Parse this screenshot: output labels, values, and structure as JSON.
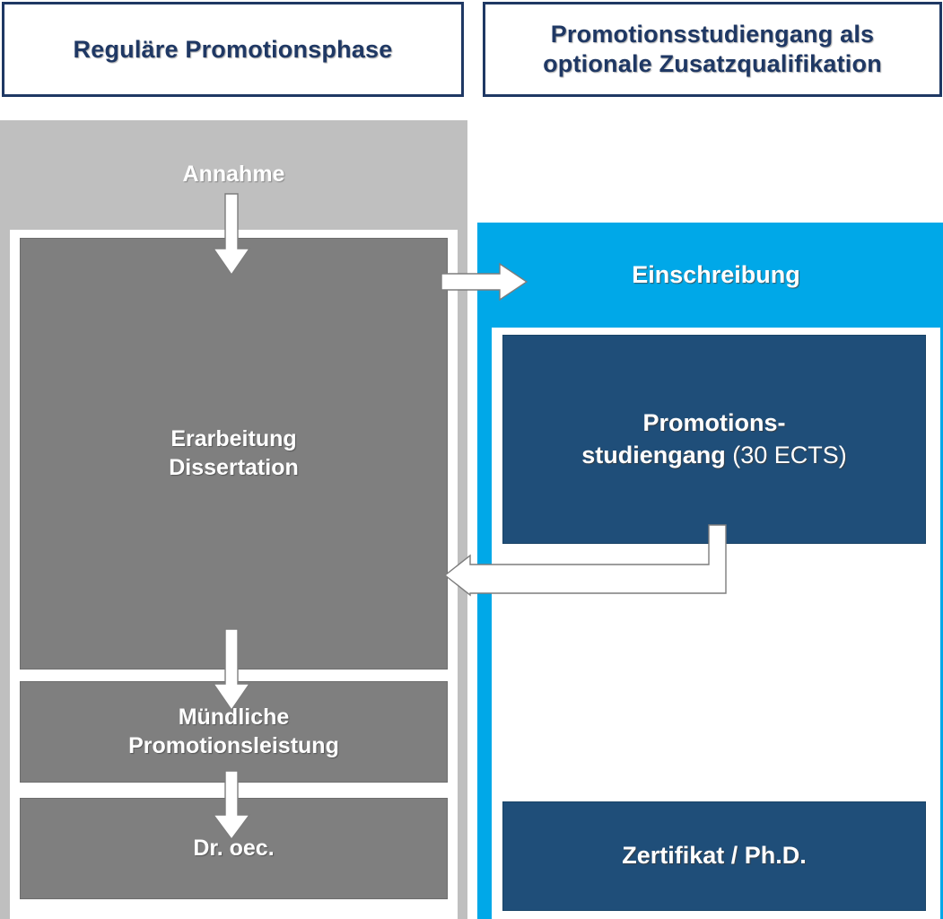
{
  "diagram": {
    "title_left": "Reguläre Promotionsphase",
    "title_right_line1": "Promotionsstudiengang als",
    "title_right_line2": "optionale Zusatzqualifikation",
    "colors": {
      "navy_text": "#1f3864",
      "light_gray_band": "#bfbfbf",
      "gray_box": "#7f7f7f",
      "cyan_band": "#00a8e8",
      "navy_box": "#1f4e79",
      "white": "#ffffff",
      "arrow_outline": "#7d7d7d"
    }
  },
  "left_column": {
    "header_label": "Annahme",
    "boxes": [
      {
        "label_line1": "Erarbeitung",
        "label_line2": "Dissertation"
      },
      {
        "label_line1": "Mündliche",
        "label_line2": "Promotionsleistung"
      },
      {
        "label_line1": "Dr. oec.",
        "label_line2": ""
      }
    ]
  },
  "right_column": {
    "header_label": "Einschreibung",
    "boxes": [
      {
        "label_line1": "Promotions-",
        "label_line2_bold": "studiengang ",
        "label_line2_plain": "(30 ECTS)"
      },
      {
        "label_line1": "Zertifikat / Ph.D."
      }
    ]
  },
  "arrows": [
    {
      "name": "annahme-to-erarbeitung",
      "direction": "down"
    },
    {
      "name": "annahme-to-einschreibung",
      "direction": "right"
    },
    {
      "name": "erarbeitung-to-muendliche",
      "direction": "down"
    },
    {
      "name": "muendliche-to-droec",
      "direction": "down"
    },
    {
      "name": "studiengang-back-to-dissertation",
      "direction": "elbow-left"
    }
  ]
}
